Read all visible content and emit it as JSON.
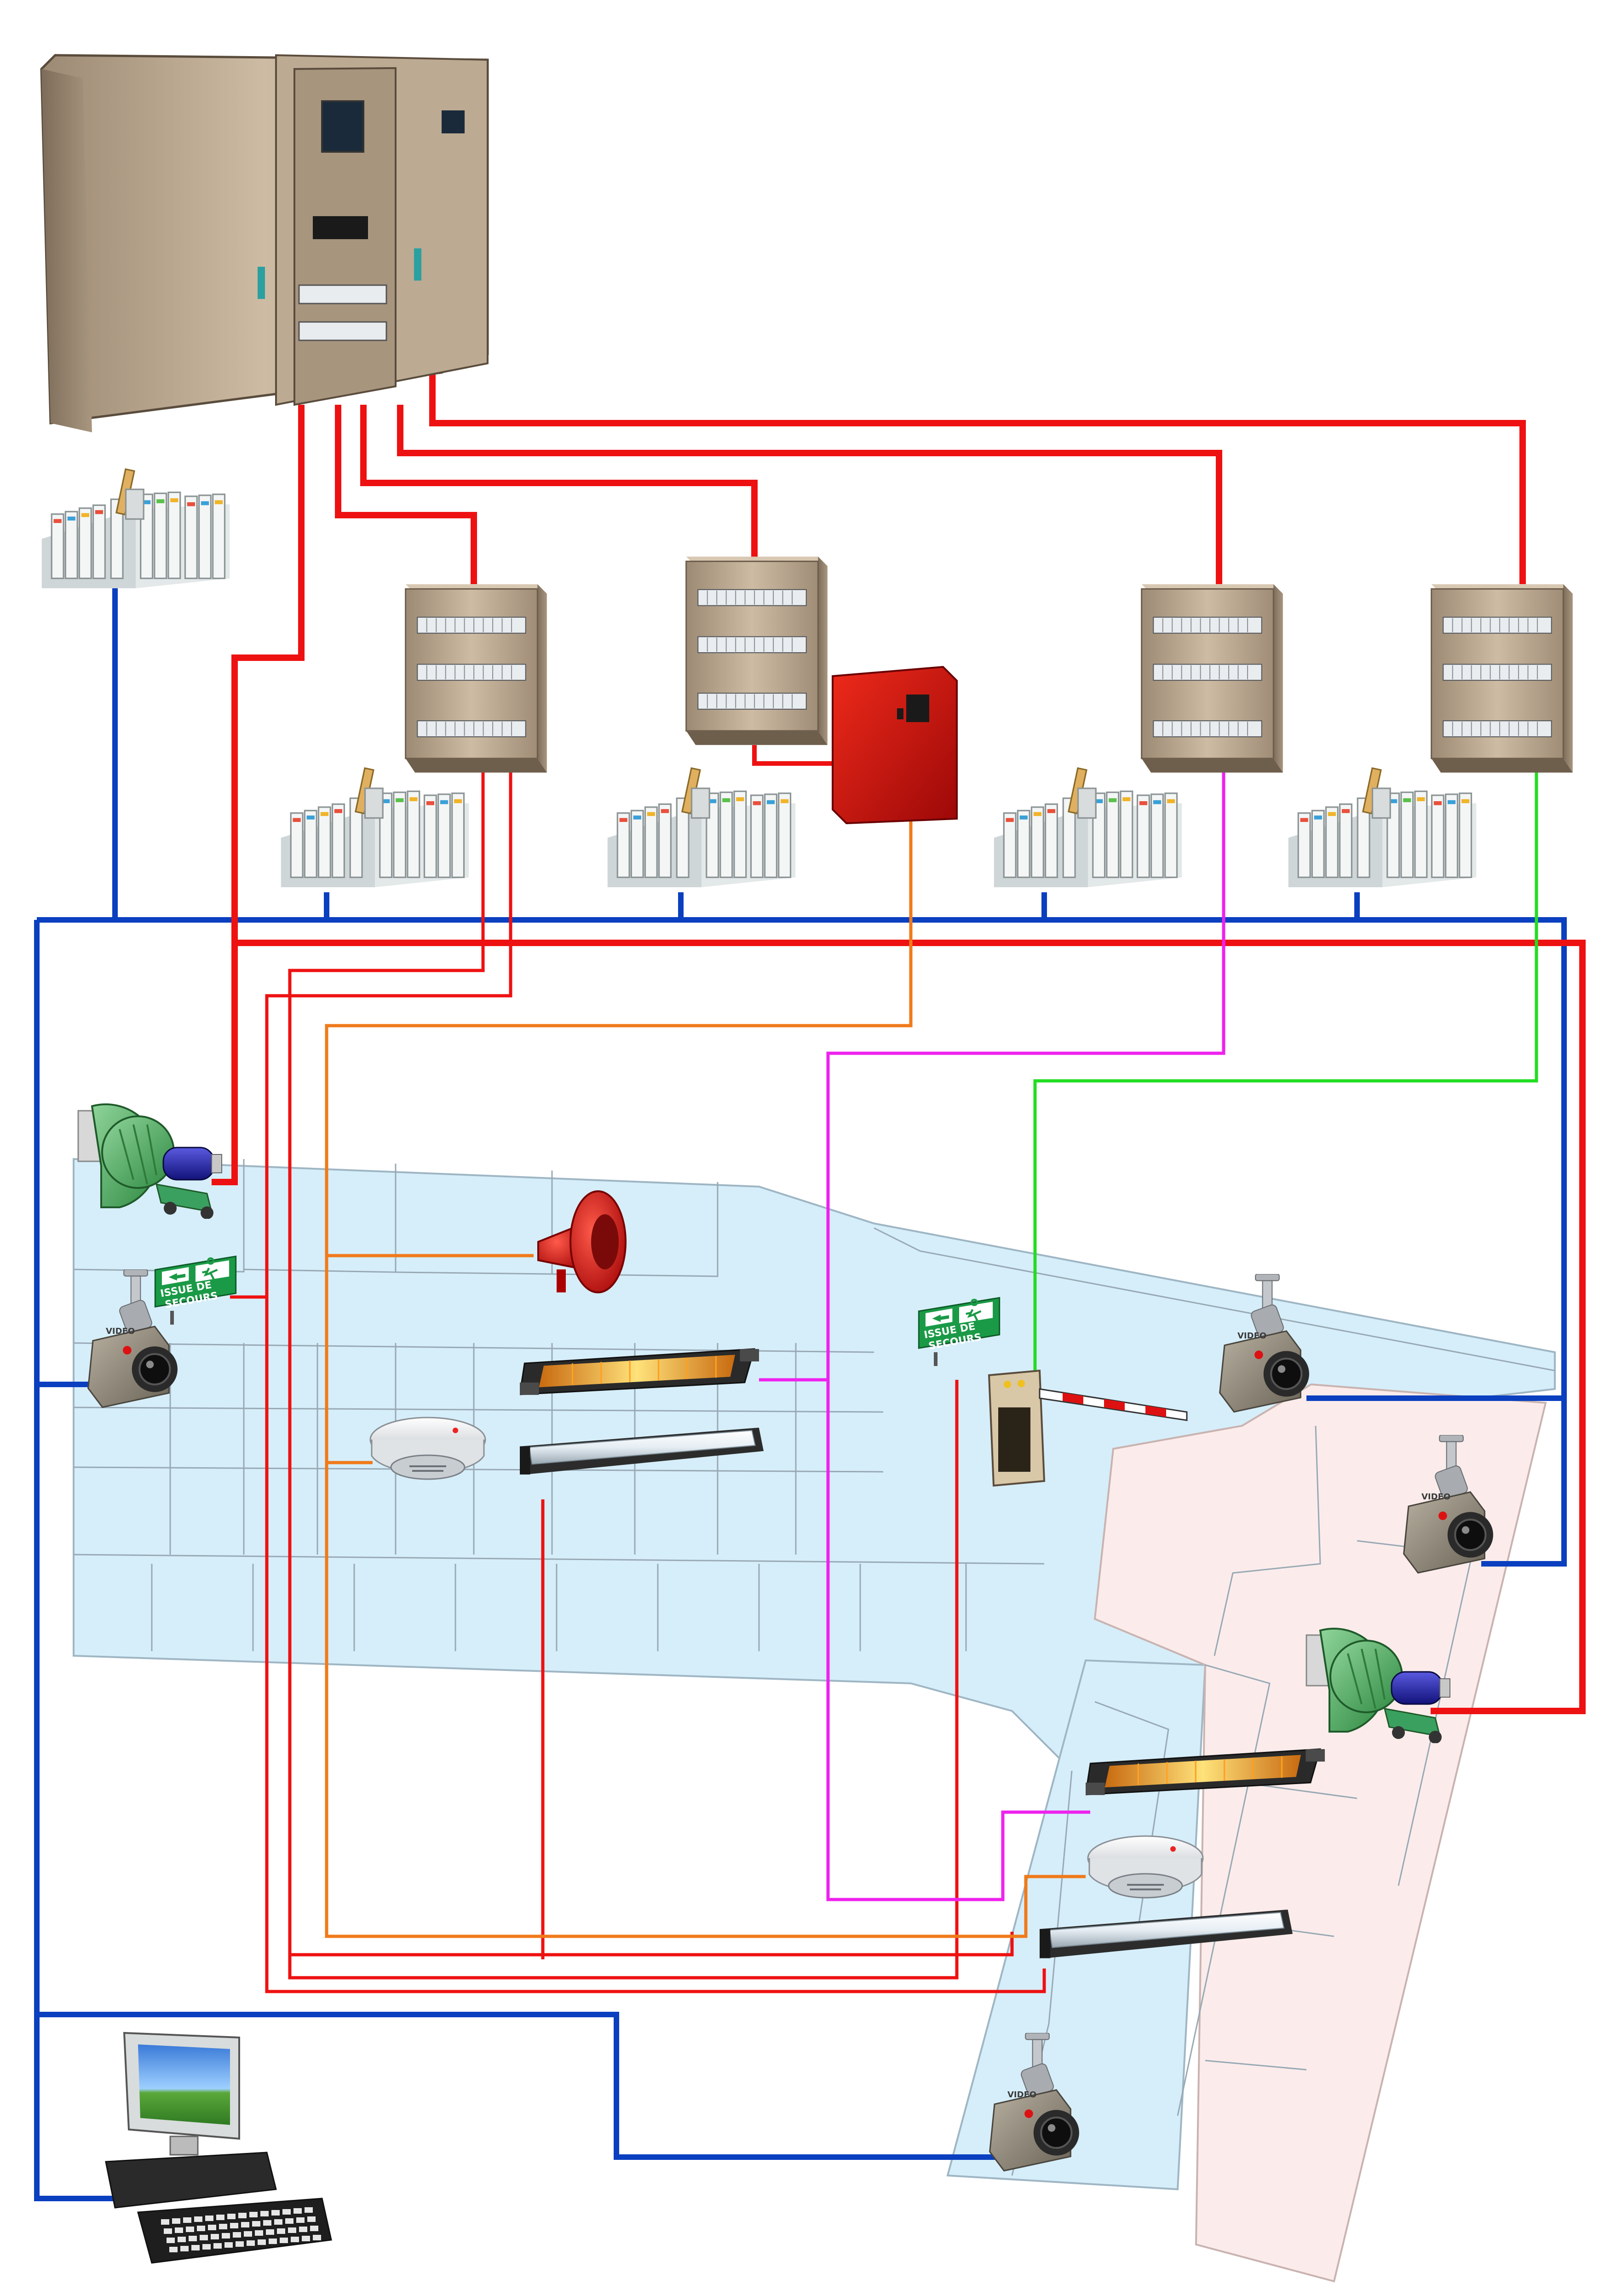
{
  "diagram": {
    "type": "building-automation-wiring-schematic",
    "colors": {
      "power_red": "#ee1111",
      "bus_blue": "#0a3fbf",
      "signal_orange": "#f07a1a",
      "signal_magenta": "#ee22ee",
      "signal_green": "#22dd22",
      "zone_blue": "#d6eefa",
      "zone_pink": "#fbeceb",
      "cabinet_beige": "#b3a08a",
      "fire_panel_red": "#cc1111"
    },
    "equipment": {
      "main_cabinet": {
        "icon": "electrical-cabinet-icon"
      },
      "sub_panels": [
        {
          "icon": "distribution-panel-icon"
        },
        {
          "icon": "distribution-panel-icon"
        },
        {
          "icon": "distribution-panel-icon"
        },
        {
          "icon": "distribution-panel-icon"
        }
      ],
      "fire_panel": {
        "icon": "fire-alarm-panel-icon"
      },
      "io_modules": [
        {
          "icon": "plc-io-module-icon"
        },
        {
          "icon": "plc-io-module-icon"
        },
        {
          "icon": "plc-io-module-icon"
        },
        {
          "icon": "plc-io-module-icon"
        },
        {
          "icon": "plc-io-module-icon"
        }
      ],
      "field_devices": [
        {
          "icon": "centrifugal-fan-icon"
        },
        {
          "icon": "centrifugal-fan-icon"
        },
        {
          "icon": "siren-horn-icon"
        },
        {
          "icon": "infrared-heater-icon"
        },
        {
          "icon": "infrared-heater-icon"
        },
        {
          "icon": "fluorescent-light-icon"
        },
        {
          "icon": "fluorescent-light-icon"
        },
        {
          "icon": "smoke-detector-icon"
        },
        {
          "icon": "smoke-detector-icon"
        },
        {
          "icon": "cctv-camera-icon"
        },
        {
          "icon": "cctv-camera-icon"
        },
        {
          "icon": "cctv-camera-icon"
        },
        {
          "icon": "cctv-camera-icon"
        },
        {
          "icon": "barrier-gate-icon"
        },
        {
          "icon": "computer-workstation-icon"
        }
      ],
      "exit_signs": [
        {
          "icon": "emergency-exit-sign-icon",
          "line1": "ISSUE DE",
          "line2": "SECOURS"
        },
        {
          "icon": "emergency-exit-sign-icon",
          "line1": "ISSUE DE",
          "line2": "SECOURS"
        }
      ],
      "camera_badge": "VIDEO"
    }
  }
}
